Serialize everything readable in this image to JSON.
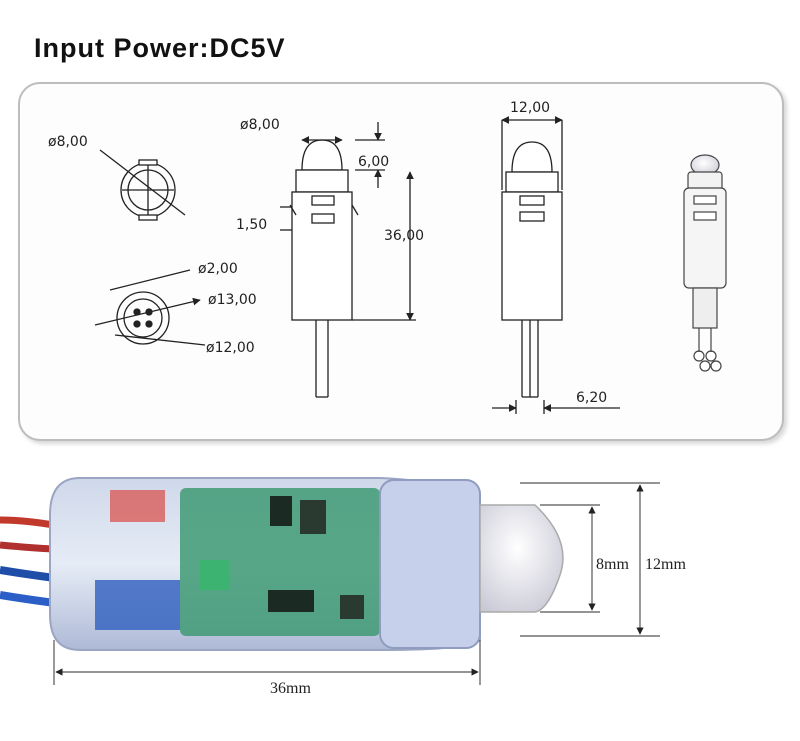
{
  "title": "Input Power:DC5V",
  "drawing_labels": {
    "top_view_diameter": "ø8,00",
    "bottom_pin_diameter": "ø2,00",
    "bottom_outer_diameter": "ø13,00",
    "bottom_body_diameter": "ø12,00",
    "side_lens_diameter": "ø8,00",
    "side_lens_height": "6,00",
    "side_step_height": "1,50",
    "side_total_height": "36,00",
    "front_width": "12,00",
    "front_wire_width": "6,20"
  },
  "photo_labels": {
    "lens_diameter": "8mm",
    "body_diameter": "12mm",
    "length": "36mm"
  }
}
